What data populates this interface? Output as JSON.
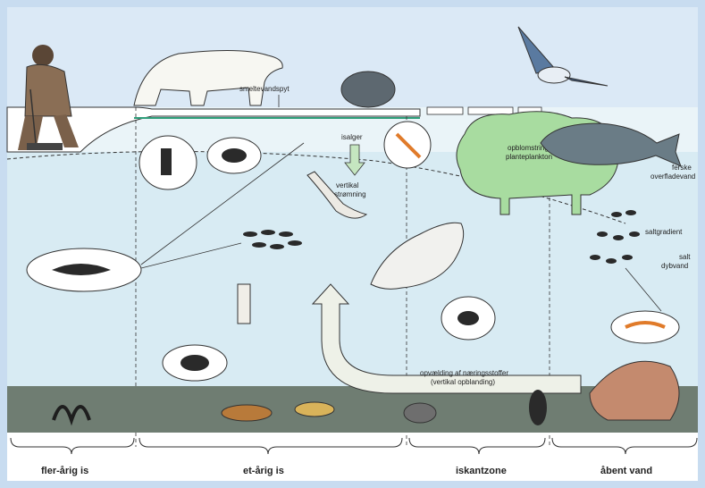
{
  "labels": {
    "smeltevand": "smeltevandspyt",
    "isalger": "isalger",
    "vertikal_1": "vertikal",
    "vertikal_2": "strømning",
    "opblomstring_1": "opblomstring af",
    "opblomstring_2": "planteplankton",
    "ferske_1": "ferske",
    "ferske_2": "overfladevand",
    "saltgradient": "saltgradient",
    "salt_1": "salt",
    "salt_2": "dybvand",
    "opvaelding_1": "opvælding af næringsstoffer",
    "opvaelding_2": "(vertikal opblanding)"
  },
  "zones": [
    "fler-årig is",
    "et-årig is",
    "iskantzone",
    "åbent vand"
  ],
  "colors": {
    "sky": "#d6e6f5",
    "frame": "#c8dcf0",
    "water": "#d8ebf3",
    "seafloor": "#6f7d72",
    "bloom": "#a8dca0",
    "ice": "#ffffff"
  }
}
